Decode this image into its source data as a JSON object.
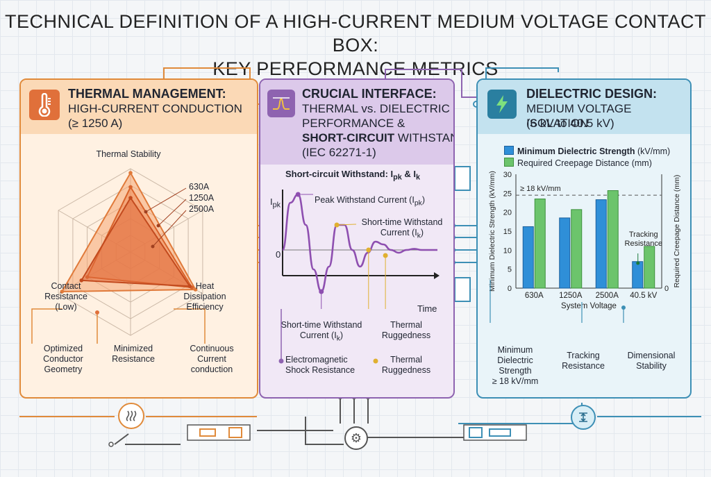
{
  "title_line1": "TECHNICAL DEFINITION OF A HIGH-CURRENT MEDIUM VOLTAGE CONTACT BOX:",
  "title_line2": "KEY PERFORMANCE METRICS",
  "thermal": {
    "title": "THERMAL MANAGEMENT:",
    "subtitle1": "HIGH-CURRENT CONDUCTION",
    "subtitle2": "(≥ 1250 A)",
    "icon": "thermometer-icon",
    "axis_top": "Thermal Stability",
    "axis_left": "Contact\nResistance\n(Low)",
    "axis_right": "Heat\nDissipation\nEfficiency",
    "legend": [
      "630A",
      "1250A",
      "2500A"
    ],
    "footer": [
      "Optimized\nConductor\nGeometry",
      "Minimized\nResistance",
      "Continuous\nCurrent\nconduction"
    ],
    "colors": {
      "accent": "#e0703a",
      "border": "#e08a3a"
    }
  },
  "interface": {
    "title": "CRUCIAL INTERFACE:",
    "subtitle1": "THERMAL vs. DIELECTRIC",
    "subtitle2": "PERFORMANCE &",
    "subtitle3_bold": "SHORT-CIRCUIT",
    "subtitle3_rest": " WITHSTAND",
    "subtitle4": "(IEC 62271-1)",
    "icon": "waveform-icon",
    "chart_title": "Short-circuit Withstand: I",
    "chart_title_sub1": "pk",
    "chart_title_mid": " & I",
    "chart_title_sub2": "k",
    "y_label": "I",
    "y_label_sub": "pk",
    "zero_label": "0",
    "x_label": "Time",
    "peak_label": "Peak Withstand Current (I",
    "peak_label_sub": "pk",
    "short_time_label_line1": "Short-time Withstand",
    "short_time_label_line2": "Current (I",
    "short_time_label_sub": "k",
    "below_left_line1": "Short-time Withstand",
    "below_left_line2": "Current (I",
    "below_left_sub": "k",
    "below_right": "Thermal\nRuggedness",
    "foot_left": "Electromagnetic\nShock Resistance",
    "foot_right": "Thermal\nRuggedness",
    "colors": {
      "accent": "#8e63b0",
      "highlight": "#e0b030"
    }
  },
  "dielectric": {
    "title": "DIELECTRIC DESIGN:",
    "subtitle1": "MEDIUM VOLTAGE ISOLATION",
    "subtitle2": "(6 kV to 40.5 kV)",
    "icon": "lightning-bolt-icon",
    "footer": [
      "Minimum\nDielectric\nStrength\n≥ 18 kV/mm",
      "Tracking\nResistance",
      "Dimensional\nStability"
    ],
    "colors": {
      "blue": "#2f8fd8",
      "green": "#6cc46c",
      "border": "#3d8fb5"
    }
  },
  "chart_data": [
    {
      "type": "radar",
      "axes": [
        "Thermal Stability",
        "Heat Dissipation Efficiency",
        "Contact Resistance (Low)"
      ],
      "series": [
        {
          "name": "630A",
          "values": [
            0.95,
            0.9,
            0.95
          ]
        },
        {
          "name": "1250A",
          "values": [
            0.78,
            0.85,
            0.6
          ]
        },
        {
          "name": "2500A",
          "values": [
            0.65,
            0.82,
            0.68
          ]
        }
      ]
    },
    {
      "type": "line",
      "title": "Short-circuit Withstand: Ipk & Ik",
      "xlabel": "Time",
      "ylabel": "Ipk",
      "series": [
        {
          "name": "Current",
          "x": [
            0.0,
            0.05,
            0.1,
            0.15,
            0.2,
            0.25,
            0.3,
            0.35,
            0.4,
            0.45,
            0.5,
            0.55,
            0.6,
            0.65,
            0.7,
            0.75,
            0.8,
            0.85,
            0.9,
            0.95,
            1.0
          ],
          "values": [
            0,
            0.85,
            1.0,
            0.45,
            -0.35,
            -0.75,
            -0.3,
            0.45,
            0.45,
            0.0,
            -0.3,
            -0.05,
            0.15,
            0.1,
            0.0,
            -0.05,
            0.0,
            0.02,
            0.0,
            0.0,
            0.0
          ]
        }
      ]
    },
    {
      "type": "bar",
      "categories": [
        "630A",
        "1250A",
        "2500A",
        "40.5 kV"
      ],
      "xlabel": "System Voltage",
      "ylabel": "Minimum Dielectric Strength (kV/mm)",
      "y2label": "Required Creepage Distance (mm)",
      "ylim": [
        0,
        30
      ],
      "yticks": [
        "0",
        "5",
        "10",
        "15",
        "20",
        "25",
        "30"
      ],
      "reference_line": {
        "value": 24.5,
        "label": "≥ 18 kV/mm"
      },
      "annotation": "Tracking\nResistance",
      "series": [
        {
          "name": "Minimum Dielectric Strength",
          "unit": "(kV/mm)",
          "values": [
            16.2,
            18.5,
            23.3,
            7.0
          ]
        },
        {
          "name": "Required Creepage Distance",
          "unit": "(mm)",
          "values": [
            23.5,
            20.7,
            25.7,
            11.0
          ]
        }
      ]
    }
  ]
}
